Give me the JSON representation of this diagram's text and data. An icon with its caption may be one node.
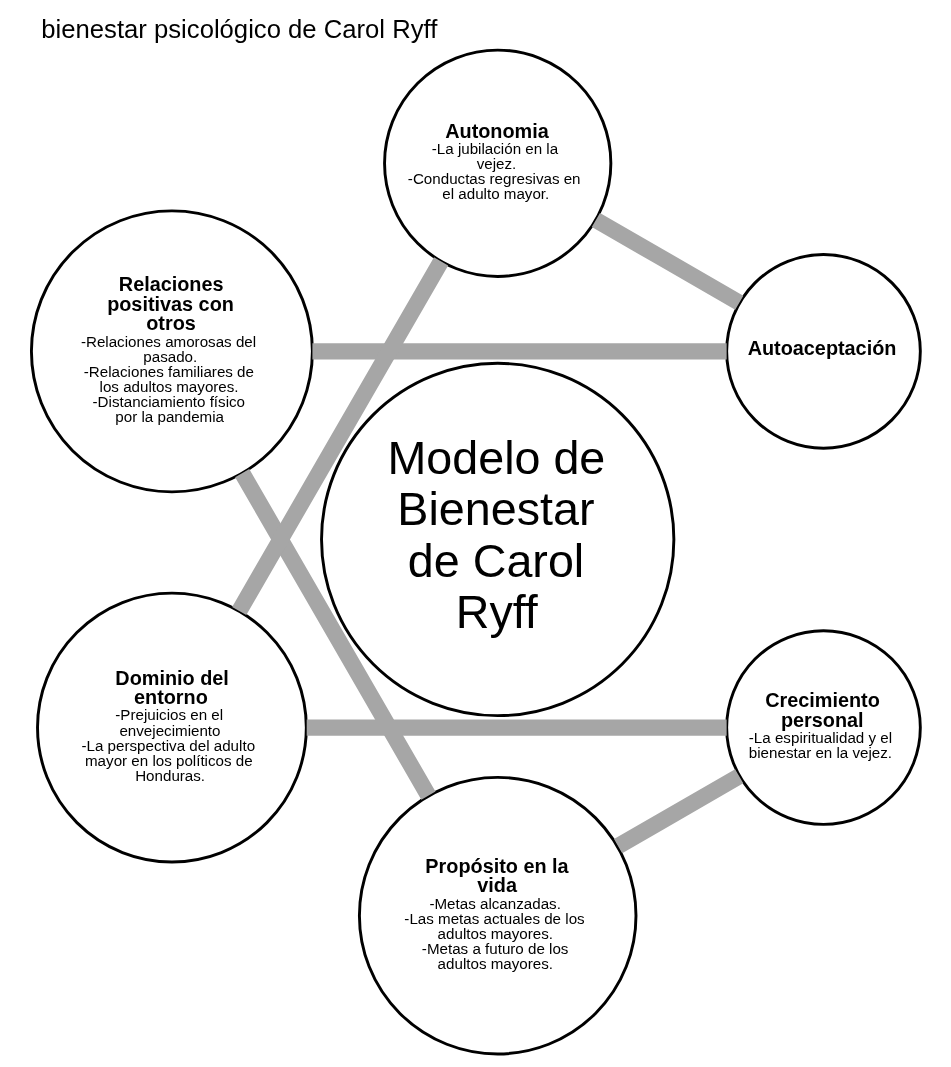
{
  "diagram": {
    "title": "bienestar psicológico de Carol Ryff",
    "nodes": [
      {
        "text": [
          "Autoaceptación"
        ]
      },
      {
        "text": [
          "Autonomia",
          "-La jubilación en la vejez.",
          "-Conductas regresivas en el adulto mayor."
        ]
      },
      {
        "text": [
          "Relaciones positivas con otros",
          "-Relaciones amorosas del pasado.",
          "-Relaciones familiares de los adultos mayores.",
          "-Distanciamiento físico por la pandemia"
        ]
      },
      {
        "text": [
          "Modelo de Bienestar de Carol Ryff"
        ]
      },
      {
        "text": [
          "Dominio del entorno",
          "-Prejuicios en el envejecimiento",
          "-La perspectiva del adulto mayor en los políticos de Honduras."
        ]
      },
      {
        "text": [
          "Propósito en la vida",
          "-Metas alcanzadas.",
          "-Las metas actuales de los adultos mayores.",
          "-Metas a futuro de los adultos mayores."
        ]
      },
      {
        "text": [
          "Crecimiento personal",
          "-La espiritualidad y el bienestar en la vejez."
        ]
      }
    ],
    "edges": [
      {
        "from": 0,
        "to": 2,
        "arrow": "none",
        "color": "#a6a6a6"
      },
      {
        "from": 2,
        "to": 5,
        "arrow": "none",
        "color": "#a6a6a6"
      },
      {
        "from": 5,
        "to": 6,
        "arrow": "none",
        "color": "#a6a6a6"
      },
      {
        "from": 6,
        "to": 4,
        "arrow": "none",
        "color": "#a6a6a6"
      },
      {
        "from": 4,
        "to": 1,
        "arrow": "none",
        "color": "#a6a6a6"
      },
      {
        "from": 1,
        "to": 0,
        "arrow": "none",
        "color": "#a6a6a6"
      }
    ]
  }
}
